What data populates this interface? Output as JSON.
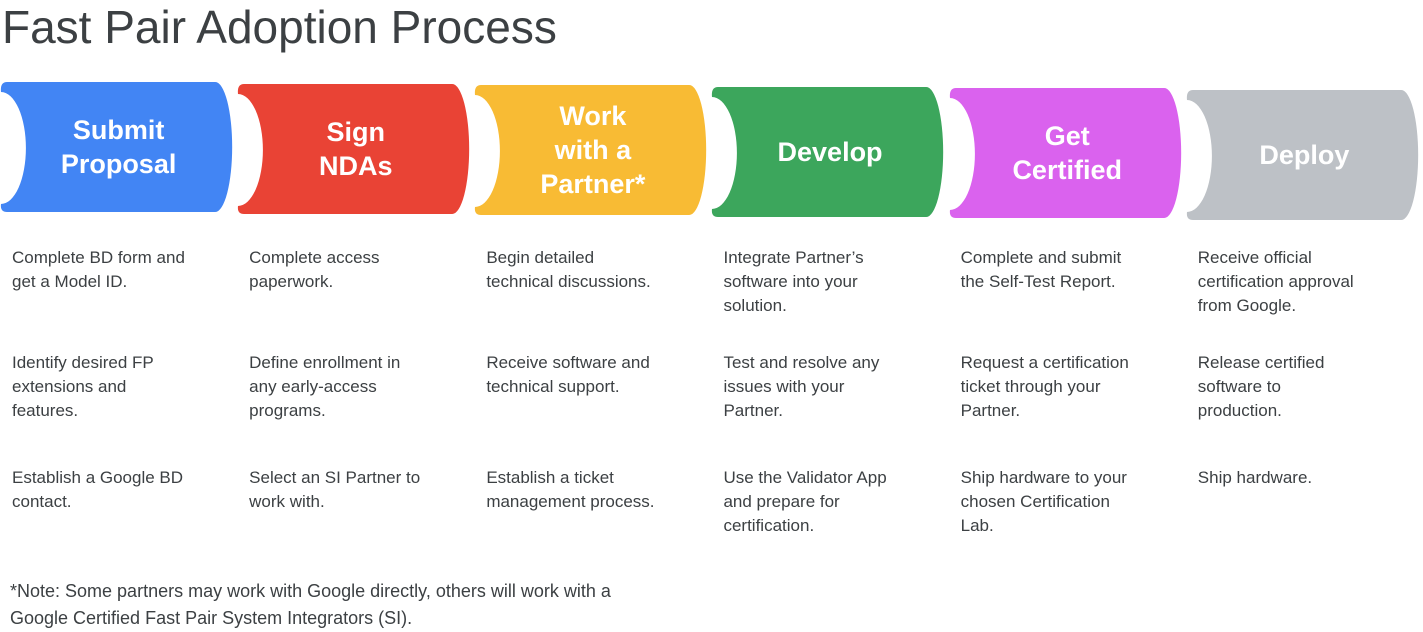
{
  "title": "Fast Pair Adoption Process",
  "note": "*Note: Some partners may work with Google directly, others will work with a\nGoogle Certified Fast Pair System Integrators (SI).",
  "colors": {
    "background": "#FFFFFF",
    "title_text": "#3C4043",
    "body_text": "#3C4043",
    "stage_label_text": "#FFFFFF",
    "stage_blue": "#4285F4",
    "stage_red": "#E94335",
    "stage_yellow": "#F8BB34",
    "stage_green": "#3CA65C",
    "stage_magenta": "#DA62EE",
    "stage_gray": "#BDC1C6"
  },
  "stages": [
    {
      "id": "submit-proposal",
      "label": "Submit\nProposal",
      "color": "#4285F4",
      "steps": [
        "Complete BD form and\nget a Model ID.",
        "Identify desired FP\nextensions and\nfeatures.",
        "Establish a Google BD\ncontact."
      ]
    },
    {
      "id": "sign-ndas",
      "label": "Sign\nNDAs",
      "color": "#E94335",
      "steps": [
        "Complete access\npaperwork.",
        "Define enrollment in\nany early-access\nprograms.",
        "Select an SI Partner to\nwork with."
      ]
    },
    {
      "id": "work-with-a-partner",
      "label": "Work\nwith a\nPartner*",
      "color": "#F8BB34",
      "steps": [
        "Begin detailed\ntechnical discussions.",
        "Receive software and\ntechnical support.",
        "Establish a ticket\nmanagement process."
      ]
    },
    {
      "id": "develop",
      "label": "Develop",
      "color": "#3CA65C",
      "steps": [
        "Integrate Partner’s\nsoftware into your\nsolution.",
        "Test and resolve any\nissues with your\nPartner.",
        "Use the Validator App\nand prepare for\ncertification."
      ]
    },
    {
      "id": "get-certified",
      "label": "Get\nCertified",
      "color": "#DA62EE",
      "steps": [
        "Complete and submit\nthe Self-Test Report.",
        "Request a certification\nticket through your\nPartner.",
        "Ship hardware to your\nchosen Certification\nLab."
      ]
    },
    {
      "id": "deploy",
      "label": "Deploy",
      "color": "#BDC1C6",
      "steps": [
        "Receive official\ncertification approval\nfrom Google.",
        "Release certified\nsoftware to\nproduction.",
        "Ship hardware."
      ]
    }
  ]
}
